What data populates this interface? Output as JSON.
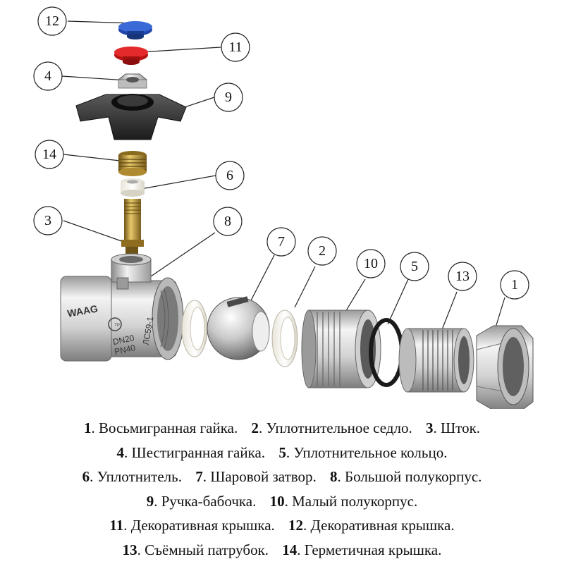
{
  "callouts": [
    {
      "id": "12",
      "label": "12"
    },
    {
      "id": "11",
      "label": "11"
    },
    {
      "id": "4",
      "label": "4"
    },
    {
      "id": "9",
      "label": "9"
    },
    {
      "id": "14",
      "label": "14"
    },
    {
      "id": "6",
      "label": "6"
    },
    {
      "id": "3",
      "label": "3"
    },
    {
      "id": "8",
      "label": "8"
    },
    {
      "id": "7",
      "label": "7"
    },
    {
      "id": "2",
      "label": "2"
    },
    {
      "id": "10",
      "label": "10"
    },
    {
      "id": "5",
      "label": "5"
    },
    {
      "id": "13",
      "label": "13"
    },
    {
      "id": "1",
      "label": "1"
    }
  ],
  "body_markings": {
    "brand": "WAAG",
    "size": "DN20",
    "pressure": "PN40",
    "alloy": "ЛС59-1",
    "cert_mark": "ТР"
  },
  "legend": [
    [
      {
        "num": "1",
        "text": ". Восьмигранная гайка."
      },
      {
        "num": "2",
        "text": ". Уплотнительное седло."
      },
      {
        "num": "3",
        "text": ". Шток."
      }
    ],
    [
      {
        "num": "4",
        "text": ". Шестигранная гайка."
      },
      {
        "num": "5",
        "text": ". Уплотнительное кольцо."
      }
    ],
    [
      {
        "num": "6",
        "text": ". Уплотнитель."
      },
      {
        "num": "7",
        "text": ". Шаровой затвор."
      },
      {
        "num": "8",
        "text": ". Большой полукорпус."
      }
    ],
    [
      {
        "num": "9",
        "text": ". Ручка-бабочка."
      },
      {
        "num": "10",
        "text": ". Малый полукорпус."
      }
    ],
    [
      {
        "num": "11",
        "text": ". Декоративная крышка."
      },
      {
        "num": "12",
        "text": ". Декоративная крышка."
      }
    ],
    [
      {
        "num": "13",
        "text": ". Съёмный патрубок."
      },
      {
        "num": "14",
        "text": ". Герметичная крышка."
      }
    ]
  ]
}
